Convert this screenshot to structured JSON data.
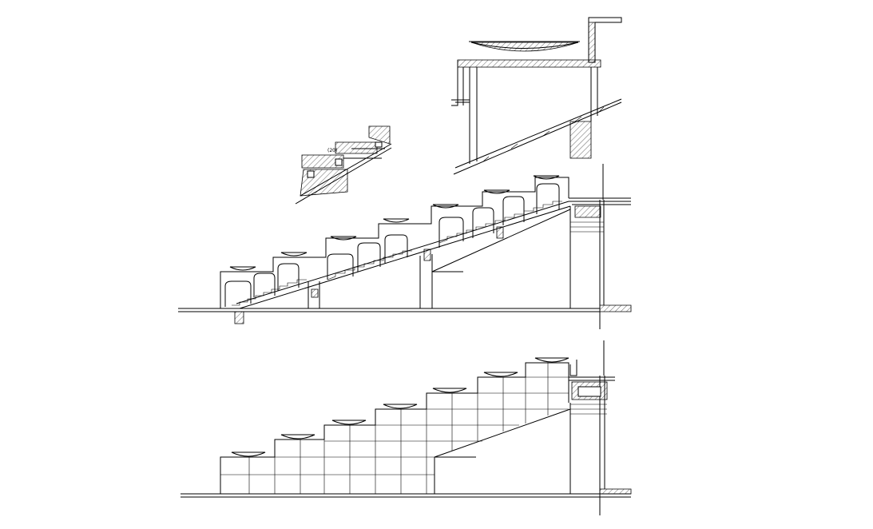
{
  "drawing": {
    "background": "#ffffff",
    "line_color": "#000000",
    "detail_dimension": "(20)"
  },
  "views": [
    {
      "id": "step-detail"
    },
    {
      "id": "roof-detail"
    },
    {
      "id": "section-with-seats"
    },
    {
      "id": "elevation-with-tiles"
    }
  ]
}
